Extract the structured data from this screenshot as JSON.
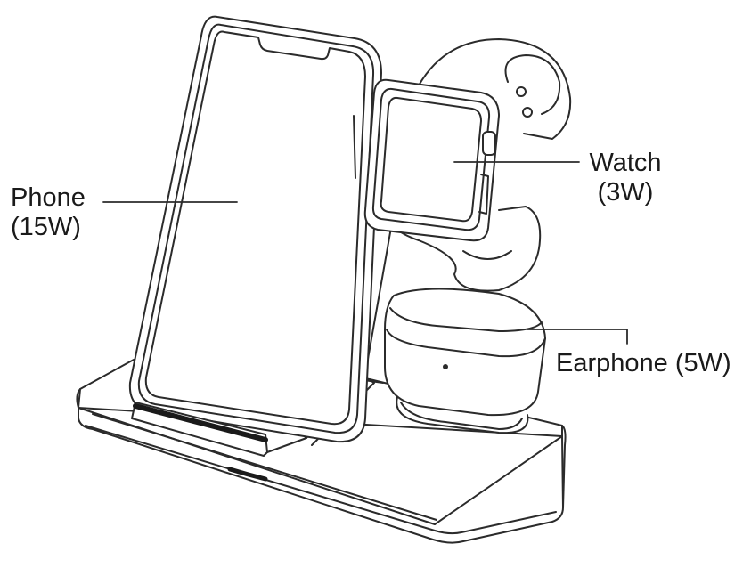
{
  "callouts": {
    "phone": {
      "name": "Phone",
      "power": "(15W)"
    },
    "watch": {
      "name": "Watch",
      "power": "(3W)"
    },
    "earphone": {
      "name": "Earphone",
      "power": "(5W)"
    }
  },
  "colors": {
    "line": "#2b2b2b",
    "background": "#ffffff"
  }
}
